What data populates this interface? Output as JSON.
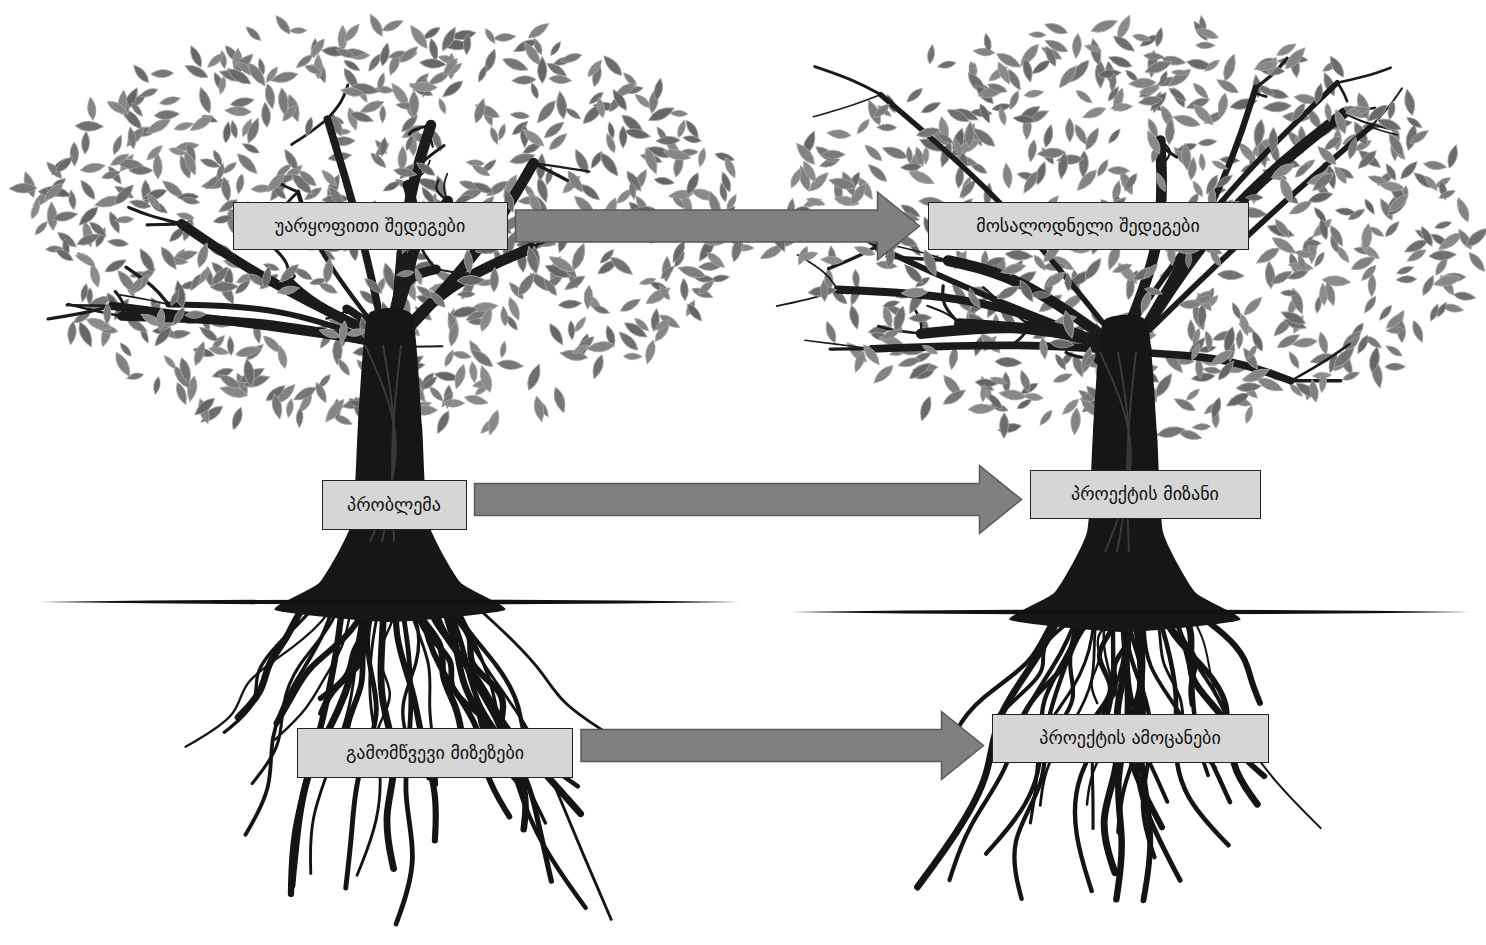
{
  "diagram": {
    "nodes": [
      {
        "text": [
          "უარყოფითი შედეგები"
        ]
      },
      {
        "text": [
          "მოსალოდნელი შედეგები"
        ]
      },
      {
        "text": [
          "პრობლემა"
        ]
      },
      {
        "text": [
          "პროექტის მიზანი"
        ]
      },
      {
        "text": [
          "გამომწვევი მიზეზები"
        ]
      },
      {
        "text": [
          "პროექტის ამოცანები"
        ]
      }
    ],
    "edges": [
      {
        "from": 0,
        "to": 1,
        "arrow": "to"
      },
      {
        "from": 2,
        "to": 3,
        "arrow": "to"
      },
      {
        "from": 4,
        "to": 5,
        "arrow": "to"
      }
    ]
  }
}
